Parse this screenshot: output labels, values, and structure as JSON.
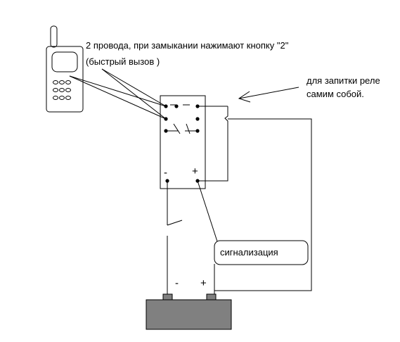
{
  "annotations": {
    "wires_line1": "2 провода, при замыкании нажимают кнопку \"2\"",
    "wires_line2": "(быстрый  вызов )",
    "latch_line1": "для запитки реле",
    "latch_line2": "самим собой."
  },
  "relay": {
    "minus_label": "-",
    "plus_label": "+"
  },
  "alarm": {
    "label": "сигнализация"
  },
  "battery": {
    "minus_label": "-",
    "plus_label": "+"
  },
  "colors": {
    "line": "#000000",
    "battery_fill": "#808080"
  }
}
